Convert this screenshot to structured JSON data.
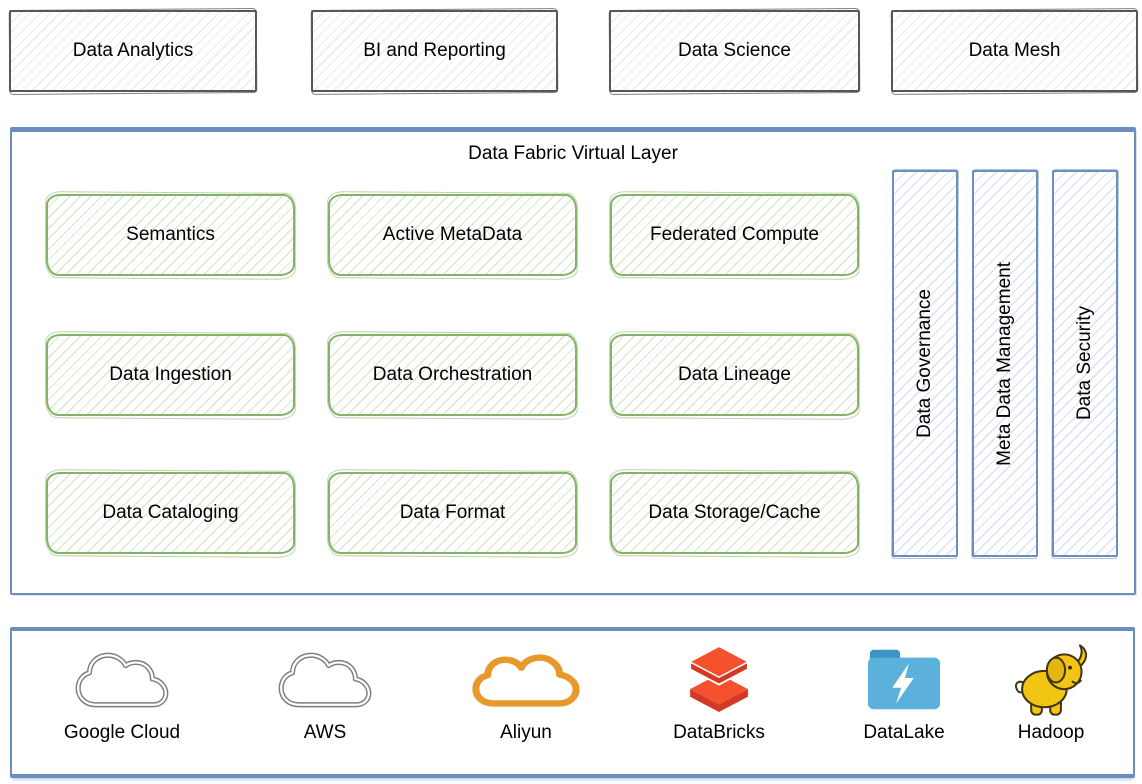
{
  "consumers": [
    {
      "label": "Data Analytics"
    },
    {
      "label": "BI and Reporting"
    },
    {
      "label": "Data Science"
    },
    {
      "label": "Data Mesh"
    }
  ],
  "fabric": {
    "title": "Data Fabric Virtual Layer",
    "capabilities": [
      {
        "label": "Semantics"
      },
      {
        "label": "Active MetaData"
      },
      {
        "label": "Federated Compute"
      },
      {
        "label": "Data Ingestion"
      },
      {
        "label": "Data Orchestration"
      },
      {
        "label": "Data Lineage"
      },
      {
        "label": "Data Cataloging"
      },
      {
        "label": "Data Format"
      },
      {
        "label": "Data Storage/Cache"
      }
    ],
    "pillars": [
      {
        "label": "Data Governance"
      },
      {
        "label": "Meta Data Management"
      },
      {
        "label": "Data Security"
      }
    ]
  },
  "providers": [
    {
      "label": "Google Cloud",
      "icon": "gcp-cloud-icon"
    },
    {
      "label": "AWS",
      "icon": "aws-cloud-icon"
    },
    {
      "label": "Aliyun",
      "icon": "aliyun-cloud-icon"
    },
    {
      "label": "DataBricks",
      "icon": "databricks-icon"
    },
    {
      "label": "DataLake",
      "icon": "datalake-folder-icon"
    },
    {
      "label": "Hadoop",
      "icon": "hadoop-elephant-icon"
    }
  ],
  "colors": {
    "blue_border": "#6c8ebf",
    "green_border": "#82b366",
    "grey_border": "#575757",
    "cloud_grey": "#7d7d7d",
    "aliyun_orange": "#E8992B",
    "databricks_red_top": "#F4512C",
    "databricks_red_side": "#D23A26",
    "datalake_blue": "#5CB1DC",
    "datalake_tab_blue": "#3D95C6",
    "hadoop_yellow": "#F2C414"
  }
}
